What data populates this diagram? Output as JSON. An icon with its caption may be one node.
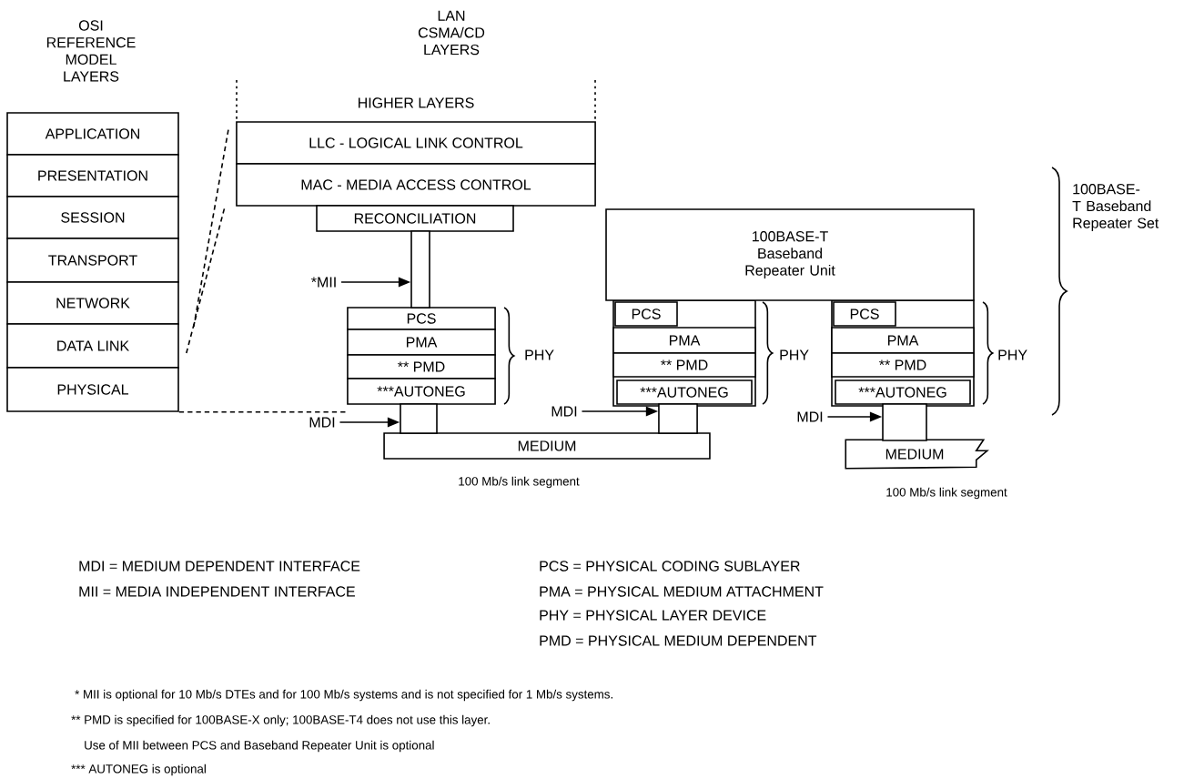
{
  "diagram": {
    "nodes": [
      {
        "text": [
          "APPLICATION"
        ]
      },
      {
        "text": [
          "PRESENTATION"
        ]
      },
      {
        "text": [
          "SESSION"
        ]
      },
      {
        "text": [
          "TRANSPORT"
        ]
      },
      {
        "text": [
          "NETWORK"
        ]
      },
      {
        "text": [
          "DATA LINK"
        ]
      },
      {
        "text": [
          "PHYSICAL"
        ]
      },
      {
        "text": [
          "HIGHER LAYERS"
        ]
      },
      {
        "text": [
          "LLC - LOGICAL LINK CONTROL"
        ]
      },
      {
        "text": [
          "MAC - MEDIA ACCESS CONTROL"
        ]
      },
      {
        "text": [
          "RECONCILIATION"
        ]
      },
      {
        "text": [
          "PCS"
        ]
      },
      {
        "text": [
          "PMA"
        ]
      },
      {
        "text": [
          "** PMD"
        ]
      },
      {
        "text": [
          "***AUTONEG"
        ]
      },
      {
        "text": [
          "MEDIUM"
        ]
      },
      {
        "text": [
          "100BASE-T Baseband Repeater Unit"
        ]
      },
      {
        "text": [
          "PCS"
        ]
      },
      {
        "text": [
          "PMA"
        ]
      },
      {
        "text": [
          "** PMD"
        ]
      },
      {
        "text": [
          "***AUTONEG"
        ]
      },
      {
        "text": [
          "PCS"
        ]
      },
      {
        "text": [
          "PMA"
        ]
      },
      {
        "text": [
          "** PMD"
        ]
      },
      {
        "text": [
          "***AUTONEG"
        ]
      },
      {
        "text": [
          "MEDIUM"
        ]
      },
      {
        "text": [
          "*MII"
        ]
      },
      {
        "text": [
          "MDI"
        ]
      },
      {
        "text": [
          "MDI"
        ]
      },
      {
        "text": [
          "MDI"
        ]
      },
      {
        "text": [],
        "shape": "box"
      },
      {
        "text": [],
        "shape": "box"
      },
      {
        "text": [],
        "shape": "box"
      },
      {
        "text": [],
        "shape": "box"
      }
    ],
    "edges": [
      {
        "from": 5,
        "to": 8,
        "arrow": "none",
        "style": "dashed"
      },
      {
        "from": 5,
        "to": 9,
        "arrow": "none",
        "style": "dashed"
      },
      {
        "from": 6,
        "to": 14,
        "arrow": "none",
        "style": "dashed"
      },
      {
        "from": 26,
        "to": 30,
        "arrow": "to"
      },
      {
        "from": 27,
        "to": 31,
        "arrow": "to"
      },
      {
        "from": 28,
        "to": 32,
        "arrow": "to"
      },
      {
        "from": 29,
        "to": 33,
        "arrow": "to"
      }
    ],
    "labels": [
      "OSI REFERENCE MODEL LAYERS",
      "LAN CSMA/CD LAYERS",
      "100BASE-T Baseband Repeater Set",
      "PHY",
      "PHY",
      "PHY",
      "100 Mb/s link segment",
      "100 Mb/s link segment",
      "MDI = MEDIUM DEPENDENT INTERFACE",
      "PCS = PHYSICAL CODING SUBLAYER",
      "MII = MEDIA INDEPENDENT INTERFACE",
      "PMA = PHYSICAL MEDIUM ATTACHMENT",
      "PHY = PHYSICAL LAYER DEVICE",
      "PMD = PHYSICAL MEDIUM DEPENDENT",
      "* MII is optional for 10 Mb/s DTEs and for 100 Mb/s systems and is not specified for 1 Mb/s systems.",
      "** PMD is specified for 100BASE-X only; 100BASE-T4 does not use this layer.",
      "Use of MII between PCS and Baseband Repeater Unit is optional",
      "*** AUTONEG is optional"
    ]
  }
}
